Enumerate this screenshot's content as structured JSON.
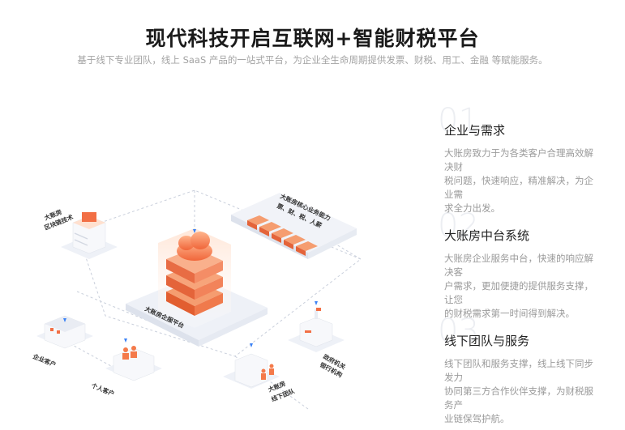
{
  "header": {
    "title": "现代科技开启互联网+智能财税平台",
    "subtitle": "基于线下专业团队，线上 SaaS 产品的一站式平台，为企业全生命周期提供发票、财税、用工、金融 等赋能服务。"
  },
  "illustration": {
    "center_label": "大账房企服平台",
    "blockchain_label_1": "大账房",
    "blockchain_label_2": "区块链技术",
    "core_label_1": "大账房核心业务能力",
    "core_label_2": "票、财、税、人薪",
    "enterprise_label": "企业客户",
    "personal_label": "个人客户",
    "team_label_1": "大账房",
    "team_label_2": "线下团队",
    "gov_label_1": "政府机关",
    "gov_label_2": "银行机构",
    "accent_color": "#f47a4a",
    "pin_color": "#3b82f6"
  },
  "features": [
    {
      "num": "01",
      "title": "企业与需求",
      "lines": [
        "大账房致力于为各类客户合理高效解",
        "决财",
        "税问题，快速响应，精准解决，为企",
        "业需",
        "求全力出发。"
      ]
    },
    {
      "num": "02",
      "title": "大账房中台系统",
      "lines": [
        "大账房企业服务中台，快速的响应解",
        "决客",
        "户需求，更加便捷的提供服务支撑，",
        "让您",
        "的财税需求第一时间得到解决。"
      ]
    },
    {
      "num": "03",
      "title": "线下团队与服务",
      "lines": [
        "线下团队和服务支撑，线上线下同步",
        "发力",
        "协同第三方合作伙伴支撑，为财税服",
        "务产",
        "业链保驾护航。"
      ]
    }
  ]
}
